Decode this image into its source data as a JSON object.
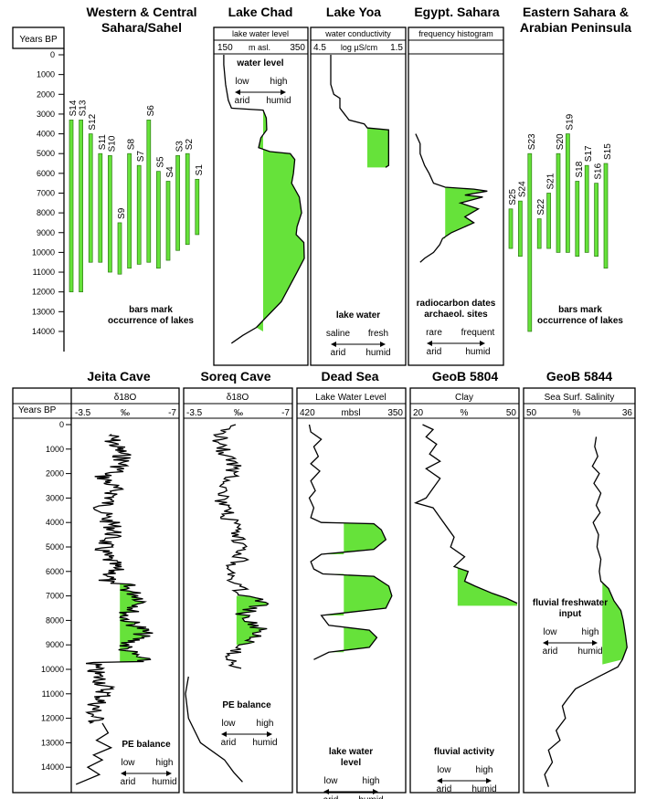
{
  "chart_data": [
    {
      "type": "bar",
      "title": "Western & Central Sahara/Sahel",
      "ylabel": "Years BP",
      "yticks": [
        0,
        1000,
        2000,
        3000,
        4000,
        5000,
        6000,
        7000,
        8000,
        9000,
        10000,
        11000,
        12000,
        13000,
        14000
      ],
      "ylim": [
        0,
        14600
      ],
      "bars": [
        {
          "name": "S14",
          "from": 3300,
          "to": 12000
        },
        {
          "name": "S13",
          "from": 3300,
          "to": 12000
        },
        {
          "name": "S12",
          "from": 4000,
          "to": 10500
        },
        {
          "name": "S11",
          "from": 5000,
          "to": 10500
        },
        {
          "name": "S10",
          "from": 5100,
          "to": 11000
        },
        {
          "name": "S9",
          "from": 8500,
          "to": 11100
        },
        {
          "name": "S8",
          "from": 5000,
          "to": 10800
        },
        {
          "name": "S7",
          "from": 5600,
          "to": 10600
        },
        {
          "name": "S6",
          "from": 3300,
          "to": 10500
        },
        {
          "name": "S5",
          "from": 5900,
          "to": 10800
        },
        {
          "name": "S4",
          "from": 6400,
          "to": 10400
        },
        {
          "name": "S3",
          "from": 5100,
          "to": 9900
        },
        {
          "name": "S2",
          "from": 5000,
          "to": 9600
        },
        {
          "name": "S1",
          "from": 6300,
          "to": 9100
        }
      ],
      "note": "bars mark occurrence of lakes"
    },
    {
      "type": "area",
      "title": "Lake Chad",
      "subtitle": "lake water level",
      "xlabel": "m asl.",
      "xlim": [
        150,
        350
      ],
      "legend": {
        "title": "water level",
        "low": "low",
        "high": "high",
        "left": "arid",
        "right": "humid"
      },
      "points": [
        [
          168,
          0
        ],
        [
          168,
          500
        ],
        [
          172,
          1500
        ],
        [
          178,
          2300
        ],
        [
          185,
          2700
        ],
        [
          255,
          2800
        ],
        [
          262,
          3200
        ],
        [
          263,
          3800
        ],
        [
          250,
          4200
        ],
        [
          245,
          4700
        ],
        [
          270,
          4900
        ],
        [
          315,
          5000
        ],
        [
          325,
          5300
        ],
        [
          322,
          6000
        ],
        [
          318,
          6500
        ],
        [
          335,
          7200
        ],
        [
          340,
          8000
        ],
        [
          330,
          8700
        ],
        [
          328,
          9100
        ],
        [
          345,
          9500
        ],
        [
          346,
          10300
        ],
        [
          330,
          11000
        ],
        [
          295,
          12500
        ],
        [
          240,
          13800
        ],
        [
          210,
          14200
        ],
        [
          185,
          14600
        ]
      ],
      "green_range": [
        2800,
        14000
      ],
      "green_base": 255
    },
    {
      "type": "line",
      "title": "Lake Yoa",
      "subtitle": "water conductivity",
      "xlabel": "log µS/cm",
      "xlim": [
        4.5,
        1.5
      ],
      "legend": {
        "title": "lake water",
        "low": "saline",
        "high": "fresh",
        "left": "arid",
        "right": "humid"
      },
      "points": [
        [
          3.9,
          0
        ],
        [
          3.9,
          1500
        ],
        [
          3.8,
          2000
        ],
        [
          3.6,
          2200
        ],
        [
          3.6,
          2700
        ],
        [
          3.45,
          3000
        ],
        [
          3.3,
          3300
        ],
        [
          2.8,
          3500
        ],
        [
          2.7,
          3700
        ],
        [
          2.0,
          3800
        ],
        [
          2.0,
          5600
        ],
        [
          2.1,
          5700
        ]
      ],
      "green_range": [
        3700,
        5700
      ],
      "green_base": 2.7
    },
    {
      "type": "area",
      "title": "Egypt. Sahara",
      "subtitle": "frequency histogram",
      "legend": {
        "title": "radiocarbon dates archaeol. sites",
        "low": "rare",
        "high": "frequent",
        "left": "arid",
        "right": "humid"
      },
      "points": [
        [
          0.05,
          4000
        ],
        [
          0.1,
          4500
        ],
        [
          0.1,
          5000
        ],
        [
          0.15,
          5600
        ],
        [
          0.2,
          6000
        ],
        [
          0.25,
          6500
        ],
        [
          0.38,
          6700
        ],
        [
          0.7,
          6800
        ],
        [
          0.85,
          6900
        ],
        [
          0.6,
          7100
        ],
        [
          0.8,
          7200
        ],
        [
          0.55,
          7500
        ],
        [
          0.75,
          7800
        ],
        [
          0.6,
          8200
        ],
        [
          0.7,
          8500
        ],
        [
          0.45,
          9000
        ],
        [
          0.35,
          9300
        ],
        [
          0.32,
          9600
        ],
        [
          0.25,
          10000
        ],
        [
          0.15,
          10300
        ],
        [
          0.1,
          10500
        ]
      ],
      "green_range": [
        6700,
        9300
      ],
      "green_base": 0.38
    },
    {
      "type": "bar",
      "title": "Eastern Sahara & Arabian Peninsula",
      "bars": [
        {
          "name": "S25",
          "from": 7800,
          "to": 9800
        },
        {
          "name": "S24",
          "from": 7400,
          "to": 10200
        },
        {
          "name": "S23",
          "from": 5000,
          "to": 14000
        },
        {
          "name": "S22",
          "from": 8300,
          "to": 9800
        },
        {
          "name": "S21",
          "from": 7000,
          "to": 9800
        },
        {
          "name": "S20",
          "from": 5000,
          "to": 10000
        },
        {
          "name": "S19",
          "from": 4000,
          "to": 10000
        },
        {
          "name": "S18",
          "from": 6400,
          "to": 10200
        },
        {
          "name": "S17",
          "from": 5600,
          "to": 10000
        },
        {
          "name": "S16",
          "from": 6500,
          "to": 10200
        },
        {
          "name": "S15",
          "from": 5500,
          "to": 10800
        }
      ],
      "note": "bars mark occurrence of lakes"
    },
    {
      "type": "line",
      "title": "Jeita Cave",
      "subtitle": "δ18O",
      "xlabel": "‰",
      "xlim": [
        -3.5,
        -7
      ],
      "xticks": [
        "-3.5",
        "-7"
      ],
      "ylabel": "Years BP",
      "yticks": [
        0,
        1000,
        2000,
        3000,
        4000,
        5000,
        6000,
        7000,
        8000,
        9000,
        10000,
        11000,
        12000,
        13000,
        14000
      ],
      "ylim": [
        0,
        14800
      ],
      "legend": {
        "title": "PE balance",
        "low": "low",
        "high": "high",
        "left": "arid",
        "right": "humid"
      },
      "green_range": [
        6500,
        9700
      ],
      "green_base": -5.1
    },
    {
      "type": "line",
      "title": "Soreq Cave",
      "subtitle": "δ18O",
      "xlabel": "‰",
      "xlim": [
        -3.5,
        -7
      ],
      "xticks": [
        "-3.5",
        "-7"
      ],
      "legend": {
        "title": "PE balance",
        "low": "low",
        "high": "high",
        "left": "arid",
        "right": "humid"
      },
      "green_range": [
        7000,
        9000
      ],
      "green_base": -5.2
    },
    {
      "type": "line",
      "title": "Dead Sea",
      "subtitle": "Lake Water Level",
      "xlabel": "mbsl",
      "xlim": [
        420,
        350
      ],
      "xticks": [
        "420",
        "350"
      ],
      "legend": {
        "title": "lake water level",
        "low": "low",
        "high": "high",
        "left": "arid",
        "right": "humid"
      },
      "points": [
        [
          413,
          0
        ],
        [
          412,
          300
        ],
        [
          405,
          600
        ],
        [
          410,
          900
        ],
        [
          407,
          1300
        ],
        [
          412,
          1600
        ],
        [
          406,
          1900
        ],
        [
          412,
          2300
        ],
        [
          409,
          2700
        ],
        [
          413,
          3000
        ],
        [
          410,
          3400
        ],
        [
          412,
          3800
        ],
        [
          405,
          4000
        ],
        [
          370,
          4050
        ],
        [
          365,
          4300
        ],
        [
          362,
          4700
        ],
        [
          370,
          5100
        ],
        [
          405,
          5300
        ],
        [
          412,
          5600
        ],
        [
          410,
          5900
        ],
        [
          404,
          6100
        ],
        [
          370,
          6200
        ],
        [
          360,
          6600
        ],
        [
          358,
          7000
        ],
        [
          362,
          7500
        ],
        [
          405,
          7800
        ],
        [
          400,
          8200
        ],
        [
          373,
          8400
        ],
        [
          368,
          8700
        ],
        [
          373,
          9100
        ],
        [
          400,
          9300
        ],
        [
          410,
          9600
        ]
      ],
      "green_range": [
        4000,
        9200
      ],
      "green_base": 390
    },
    {
      "type": "line",
      "title": "GeoB 5804",
      "subtitle": "Clay",
      "xlabel": "%",
      "xlim": [
        20,
        50
      ],
      "xticks": [
        "20",
        "50"
      ],
      "legend": {
        "title": "fluvial activity",
        "low": "low",
        "high": "high",
        "left": "arid",
        "right": "humid"
      },
      "points": [
        [
          23,
          0
        ],
        [
          26,
          200
        ],
        [
          24,
          500
        ],
        [
          27,
          800
        ],
        [
          25,
          1200
        ],
        [
          28,
          1500
        ],
        [
          24,
          1800
        ],
        [
          28,
          2200
        ],
        [
          26,
          2600
        ],
        [
          24,
          3000
        ],
        [
          21,
          3200
        ],
        [
          26,
          3400
        ],
        [
          28,
          3800
        ],
        [
          30,
          4200
        ],
        [
          32,
          4600
        ],
        [
          31,
          5000
        ],
        [
          35,
          5400
        ],
        [
          32,
          5800
        ],
        [
          36,
          6000
        ],
        [
          35,
          6400
        ],
        [
          38,
          6600
        ],
        [
          43,
          6900
        ],
        [
          47,
          7100
        ],
        [
          50,
          7300
        ]
      ],
      "green_range": [
        5800,
        7400
      ],
      "green_base": 33
    },
    {
      "type": "line",
      "title": "GeoB 5844",
      "subtitle": "Sea Surf. Salinity",
      "xlabel": "%",
      "xlim": [
        50,
        36
      ],
      "xticks": [
        "50",
        "36"
      ],
      "legend": {
        "title": "fluvial freshwater input",
        "low": "low",
        "high": "high",
        "left": "arid",
        "right": "humid"
      },
      "points": [
        [
          40.8,
          500
        ],
        [
          41,
          900
        ],
        [
          40.6,
          1300
        ],
        [
          41.3,
          1700
        ],
        [
          40.4,
          2000
        ],
        [
          41.1,
          2400
        ],
        [
          40.2,
          2800
        ],
        [
          40.8,
          3300
        ],
        [
          40.3,
          3600
        ],
        [
          41.2,
          4000
        ],
        [
          40.5,
          4500
        ],
        [
          40.7,
          5000
        ],
        [
          40.2,
          5500
        ],
        [
          40.4,
          6000
        ],
        [
          40.2,
          6400
        ],
        [
          39.2,
          6700
        ],
        [
          38.5,
          7200
        ],
        [
          37.6,
          7600
        ],
        [
          37.3,
          8000
        ],
        [
          37.0,
          8600
        ],
        [
          36.8,
          9100
        ],
        [
          37.4,
          9600
        ],
        [
          38.0,
          9900
        ],
        [
          40.5,
          10300
        ],
        [
          43.5,
          10800
        ],
        [
          44.5,
          11200
        ],
        [
          45.2,
          11500
        ],
        [
          44.8,
          12000
        ],
        [
          46,
          12500
        ],
        [
          45.5,
          12900
        ],
        [
          47,
          13300
        ],
        [
          46.5,
          13800
        ],
        [
          47.5,
          14300
        ],
        [
          47,
          14800
        ]
      ],
      "green_range": [
        6400,
        9800
      ],
      "green_base": 40
    }
  ]
}
